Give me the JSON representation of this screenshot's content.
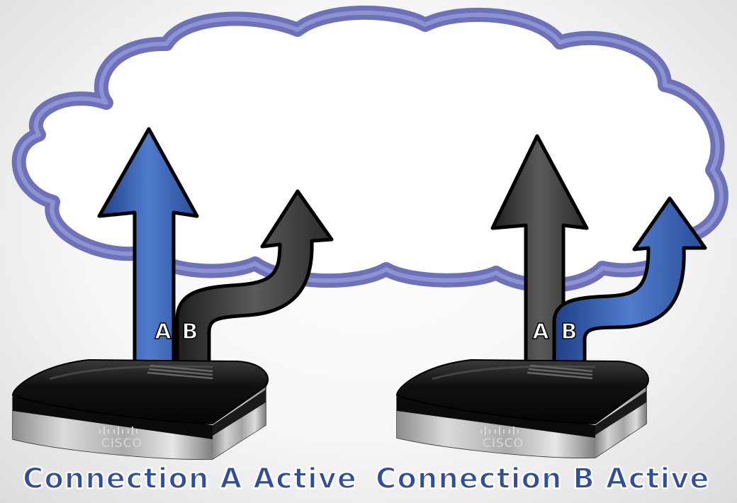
{
  "header": {
    "title": ""
  },
  "captions": {
    "left": "Connection A Active",
    "right": "Connection B Active"
  },
  "routers": [
    {
      "brand": "CISCO",
      "arrow_labels": [
        "A",
        "B"
      ],
      "active": "A"
    },
    {
      "brand": "CISCO",
      "arrow_labels": [
        "A",
        "B"
      ],
      "active": "B"
    }
  ],
  "colors": {
    "cloud_outline": "#6d72b8",
    "active_arrow": "#3f68b5",
    "inactive_arrow": "#3a3a3a",
    "router_body": "#151515",
    "caption_text": "#2f4f9e"
  },
  "icons": [
    "cloud-icon",
    "arrow-up-icon",
    "arrow-curved-icon",
    "router-icon"
  ]
}
